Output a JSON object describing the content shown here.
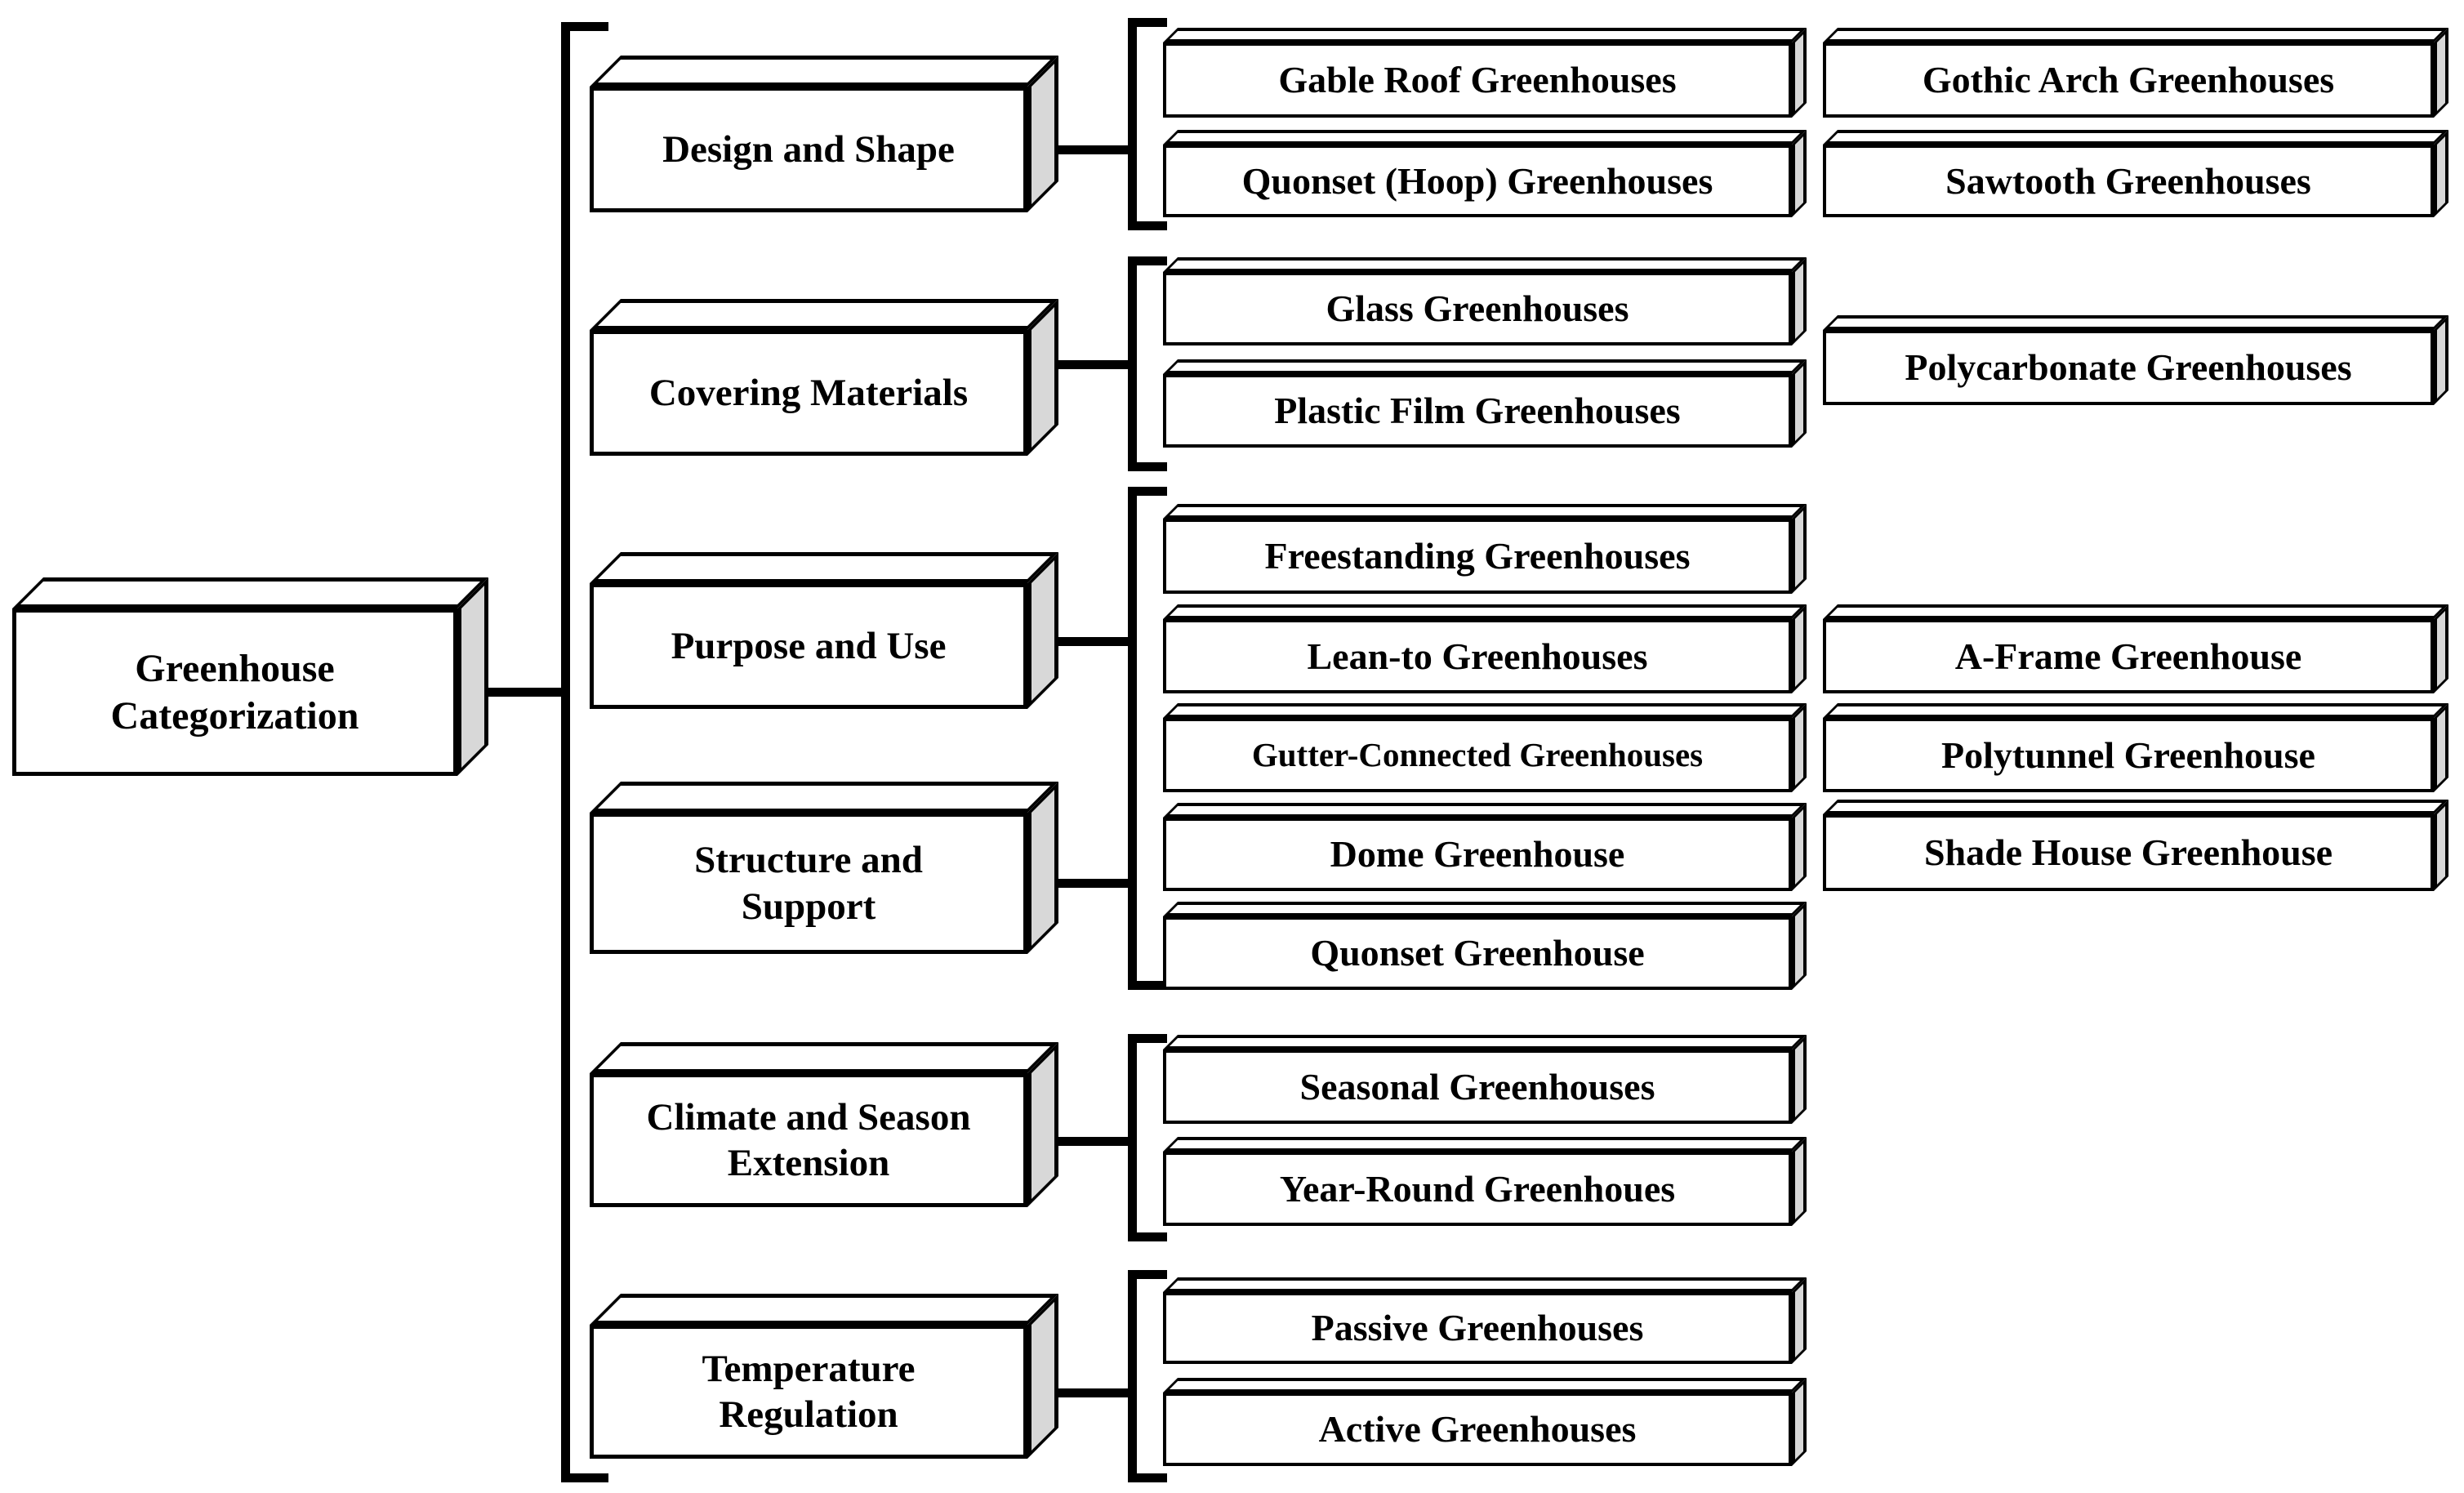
{
  "diagram": {
    "root": {
      "label": "Greenhouse Categorization"
    },
    "groups": [
      {
        "categories": [
          "Design and Shape"
        ],
        "children_col1": [
          "Gable Roof Greenhouses",
          "Quonset (Hoop) Greenhouses"
        ],
        "children_col2": [
          "Gothic Arch Greenhouses",
          "Sawtooth Greenhouses"
        ]
      },
      {
        "categories": [
          "Covering Materials"
        ],
        "children_col1": [
          "Glass Greenhouses",
          "Plastic Film Greenhouses"
        ],
        "children_col2": [
          "Polycarbonate Greenhouses"
        ]
      },
      {
        "categories": [
          "Purpose and Use",
          "Structure and Support"
        ],
        "children_col1": [
          "Freestanding Greenhouses",
          "Lean-to Greenhouses",
          "Gutter-Connected Greenhouses",
          "Dome Greenhouse",
          "Quonset Greenhouse"
        ],
        "children_col2": [
          "A-Frame Greenhouse",
          "Polytunnel Greenhouse",
          "Shade House Greenhouse"
        ]
      },
      {
        "categories": [
          "Climate and Season Extension"
        ],
        "children_col1": [
          "Seasonal Greenhouses",
          "Year-Round Greenhoues"
        ],
        "children_col2": []
      },
      {
        "categories": [
          "Temperature Regulation"
        ],
        "children_col1": [
          "Passive Greenhouses",
          "Active Greenhouses"
        ],
        "children_col2": []
      }
    ],
    "colors": {
      "box_fill": "#ffffff",
      "box_border": "#000000",
      "side_face": "#d8d8d8",
      "line": "#000000",
      "background": "#ffffff"
    }
  }
}
